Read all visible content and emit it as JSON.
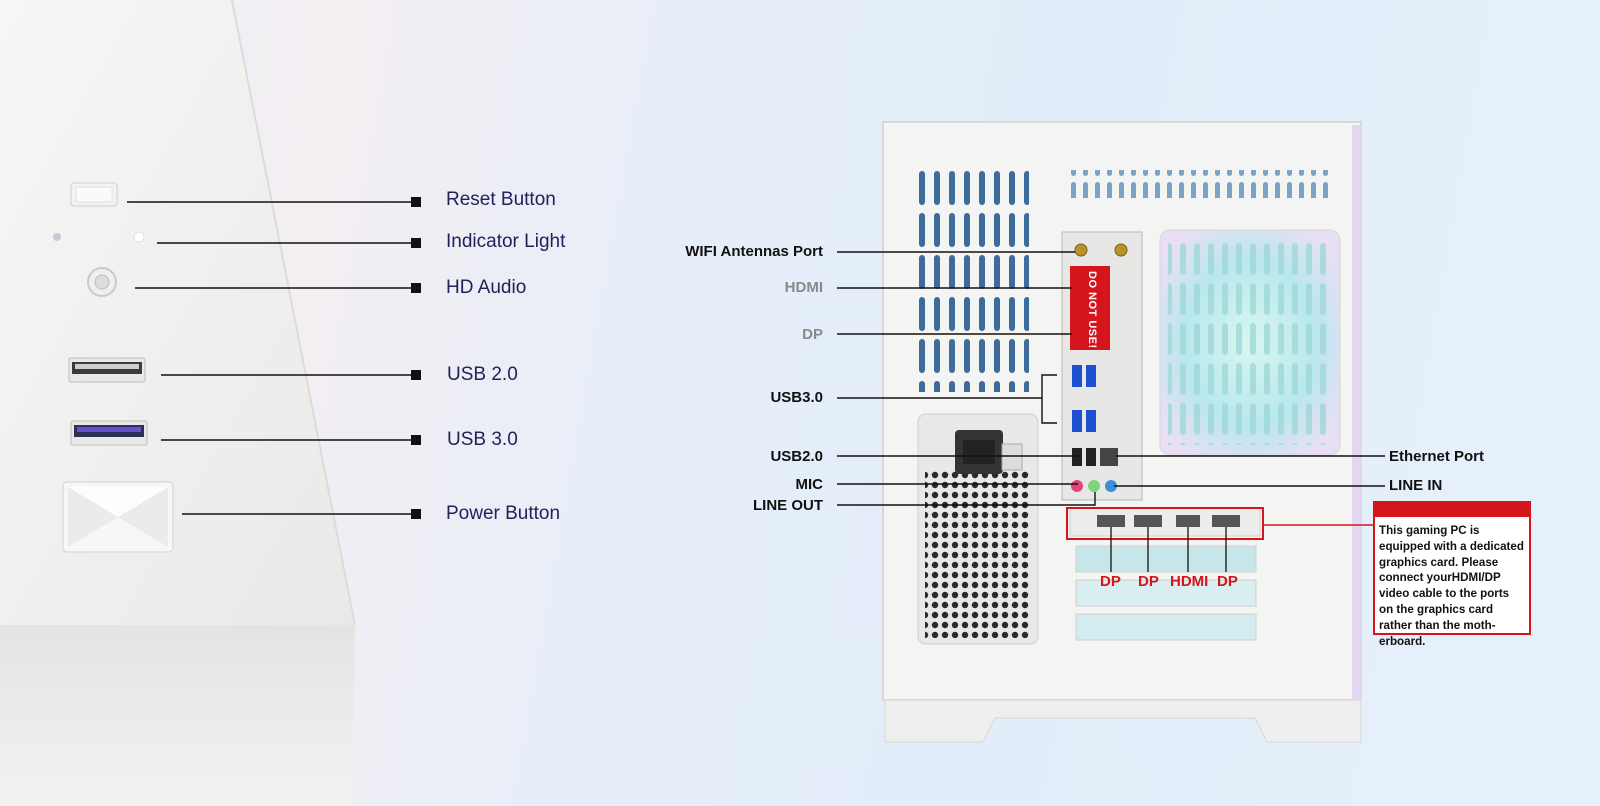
{
  "front_panel": {
    "reset_button": "Reset Button",
    "indicator_light": "Indicator Light",
    "hd_audio": "HD Audio",
    "usb_2": "USB 2.0",
    "usb_3": "USB 3.0",
    "power_button": "Power Button"
  },
  "rear_panel": {
    "wifi_antennas_port": "WIFI Antennas Port",
    "hdmi": "HDMI",
    "dp": "DP",
    "usb3": "USB3.0",
    "usb2": "USB2.0",
    "mic": "MIC",
    "line_out": "LINE OUT",
    "ethernet_port": "Ethernet Port",
    "line_in": "LINE IN",
    "io_sticker": "DO NOT USE!"
  },
  "gpu_ports": [
    "DP",
    "DP",
    "HDMI",
    "DP"
  ],
  "note": "This gaming PC is equipped with a dedicated graphics card. Please connect yourHDMI/DP video cable to the ports on the graphics card rather than the moth-erboard.",
  "colors": {
    "accent_red": "#d4151b",
    "front_label": "#24205a",
    "case_white": "#f4f4f2"
  }
}
